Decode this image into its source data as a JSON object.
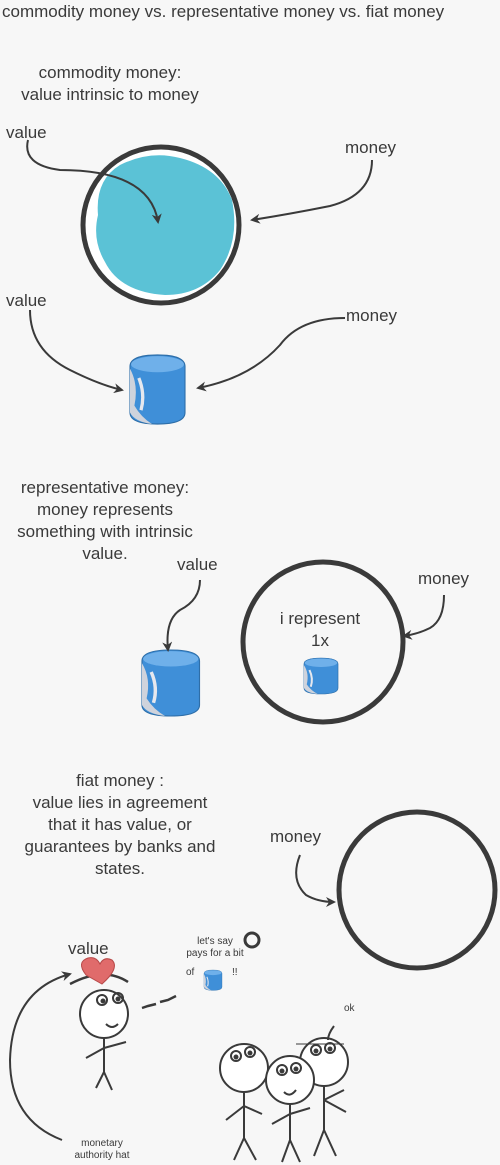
{
  "title": "commodity money vs. representative money vs. fiat money",
  "commodity": {
    "caption_line1": "commodity money:",
    "caption_line2": "value intrinsic to money",
    "value_label_top": "value",
    "money_label_top": "money",
    "value_label_bottom": "value",
    "money_label_bottom": "money"
  },
  "representative": {
    "caption_line1": "representative money:",
    "caption_line2": "money represents",
    "caption_line3": "something with intrinsic",
    "caption_line4": "value.",
    "value_label": "value",
    "money_label": "money",
    "coin_text_line1": "i represent",
    "coin_text_line2": "1x"
  },
  "fiat": {
    "caption_line1": "fiat money :",
    "caption_line2": "value lies in agreement",
    "caption_line3": "that it has value, or",
    "caption_line4": "guarantees by banks and",
    "caption_line5": "states.",
    "money_label": "money",
    "value_label": "value",
    "speech_line1": "let's say",
    "speech_line2": "pays for a bit",
    "speech_line3_a": "of",
    "speech_line3_b": "!!",
    "ok_label": "ok",
    "hat_label_line1": "monetary",
    "hat_label_line2": "authority hat"
  },
  "colors": {
    "commodity_fill": "#5bc2d6",
    "cylinder_blue": "#3f8fd8",
    "cylinder_light": "#cfd3dc",
    "hat_red": "#e06b6b",
    "ink": "#3a3a3a"
  }
}
